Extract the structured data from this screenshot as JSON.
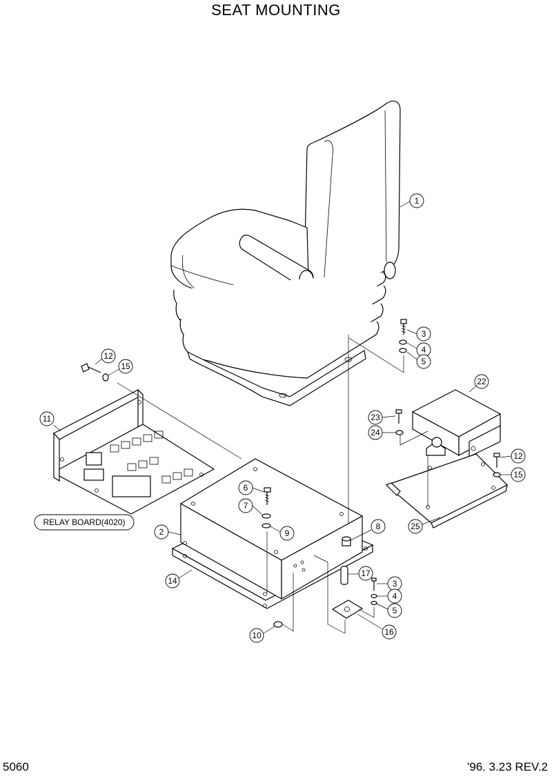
{
  "title": "SEAT MOUNTING",
  "page_number": "5060",
  "revision": "'96. 3.23  REV.2",
  "note_label": "RELAY BOARD(4020)",
  "callouts": {
    "c1": "1",
    "c2": "2",
    "c3a": "3",
    "c4a": "4",
    "c5a": "5",
    "c6": "6",
    "c7": "7",
    "c8": "8",
    "c9": "9",
    "c10": "10",
    "c11": "11",
    "c12a": "12",
    "c15a": "15",
    "c14": "14",
    "c17": "17",
    "c3b": "3",
    "c4b": "4",
    "c5b": "5",
    "c16": "16",
    "c22": "22",
    "c23": "23",
    "c24": "24",
    "c12b": "12",
    "c15b": "15",
    "c25": "25"
  }
}
